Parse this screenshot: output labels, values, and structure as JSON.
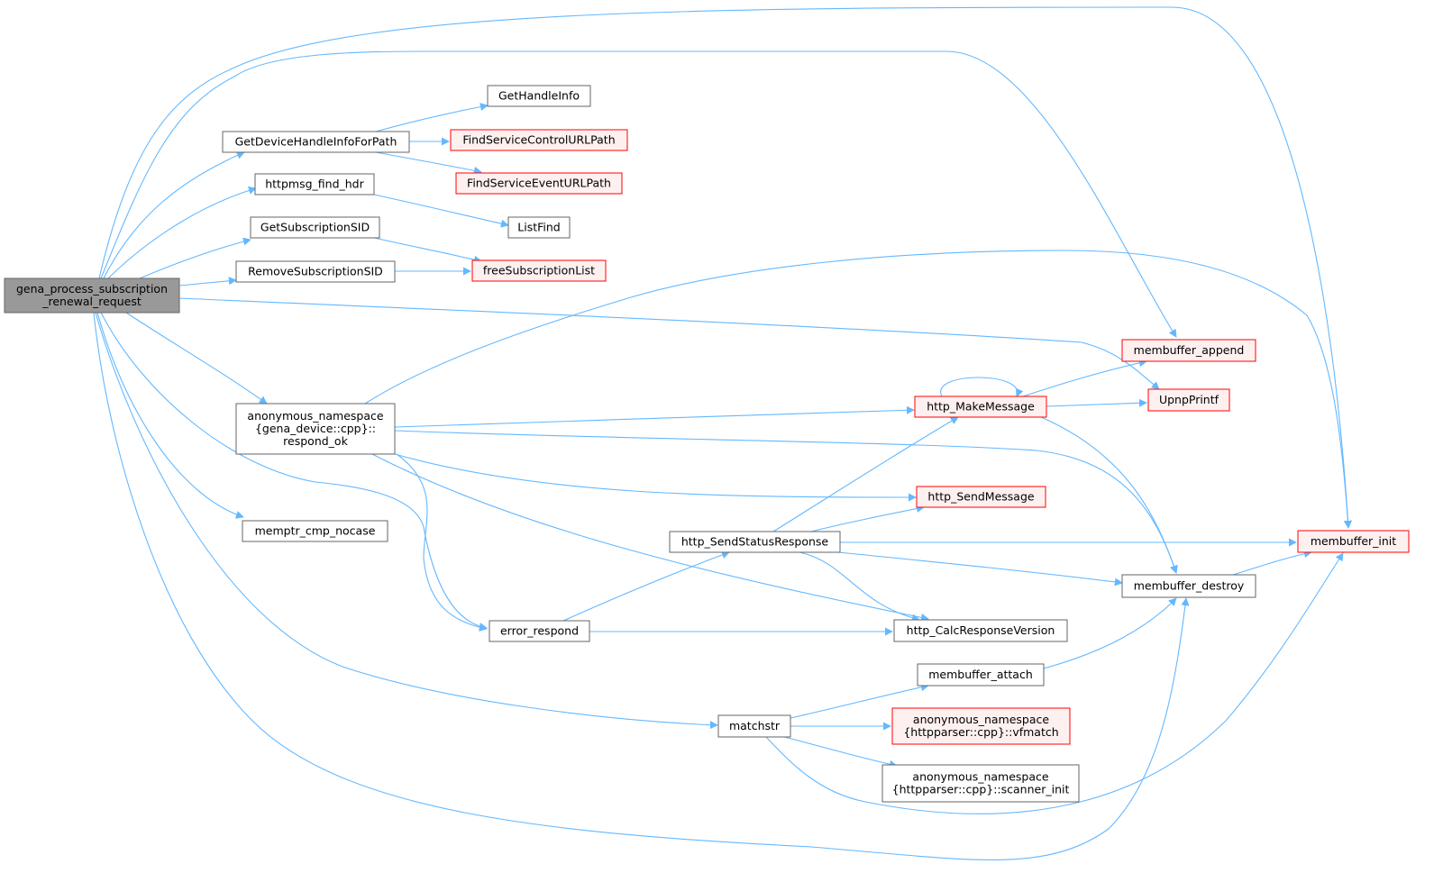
{
  "colors": {
    "background": "#ffffff",
    "node_border": "#666666",
    "node_fill": "#ffffff",
    "root_fill": "#999999",
    "truncated_border": "#ff0000",
    "truncated_fill": "#fff0f0",
    "edge": "#63b8ff"
  },
  "diagram": {
    "type": "call-graph",
    "nodes": [
      {
        "id": "root",
        "lines": [
          "gena_process_subscription",
          "_renewal_request"
        ],
        "style": "root"
      },
      {
        "id": "GetDeviceHandleInfoForPath",
        "lines": [
          "GetDeviceHandleInfoForPath"
        ],
        "style": "normal"
      },
      {
        "id": "httpmsg_find_hdr",
        "lines": [
          "httpmsg_find_hdr"
        ],
        "style": "normal"
      },
      {
        "id": "GetSubscriptionSID",
        "lines": [
          "GetSubscriptionSID"
        ],
        "style": "normal"
      },
      {
        "id": "RemoveSubscriptionSID",
        "lines": [
          "RemoveSubscriptionSID"
        ],
        "style": "normal"
      },
      {
        "id": "respond_ok",
        "lines": [
          "anonymous_namespace",
          "{gena_device::cpp}::",
          "respond_ok"
        ],
        "style": "normal"
      },
      {
        "id": "memptr_cmp_nocase",
        "lines": [
          "memptr_cmp_nocase"
        ],
        "style": "normal"
      },
      {
        "id": "GetHandleInfo",
        "lines": [
          "GetHandleInfo"
        ],
        "style": "normal"
      },
      {
        "id": "FindServiceControlURLPath",
        "lines": [
          "FindServiceControlURLPath"
        ],
        "style": "truncated"
      },
      {
        "id": "FindServiceEventURLPath",
        "lines": [
          "FindServiceEventURLPath"
        ],
        "style": "truncated"
      },
      {
        "id": "ListFind",
        "lines": [
          "ListFind"
        ],
        "style": "normal"
      },
      {
        "id": "freeSubscriptionList",
        "lines": [
          "freeSubscriptionList"
        ],
        "style": "truncated"
      },
      {
        "id": "error_respond",
        "lines": [
          "error_respond"
        ],
        "style": "normal"
      },
      {
        "id": "http_SendStatusResponse",
        "lines": [
          "http_SendStatusResponse"
        ],
        "style": "normal"
      },
      {
        "id": "matchstr",
        "lines": [
          "matchstr"
        ],
        "style": "normal"
      },
      {
        "id": "http_MakeMessage",
        "lines": [
          "http_MakeMessage"
        ],
        "style": "truncated"
      },
      {
        "id": "http_SendMessage",
        "lines": [
          "http_SendMessage"
        ],
        "style": "truncated"
      },
      {
        "id": "http_CalcResponseVersion",
        "lines": [
          "http_CalcResponseVersion"
        ],
        "style": "normal"
      },
      {
        "id": "membuffer_attach",
        "lines": [
          "membuffer_attach"
        ],
        "style": "normal"
      },
      {
        "id": "vfmatch",
        "lines": [
          "anonymous_namespace",
          "{httpparser::cpp}::vfmatch"
        ],
        "style": "truncated"
      },
      {
        "id": "scanner_init",
        "lines": [
          "anonymous_namespace",
          "{httpparser::cpp}::scanner_init"
        ],
        "style": "normal"
      },
      {
        "id": "membuffer_append",
        "lines": [
          "membuffer_append"
        ],
        "style": "truncated"
      },
      {
        "id": "UpnpPrintf",
        "lines": [
          "UpnpPrintf"
        ],
        "style": "truncated"
      },
      {
        "id": "membuffer_destroy",
        "lines": [
          "membuffer_destroy"
        ],
        "style": "normal"
      },
      {
        "id": "membuffer_init",
        "lines": [
          "membuffer_init"
        ],
        "style": "truncated"
      }
    ]
  }
}
